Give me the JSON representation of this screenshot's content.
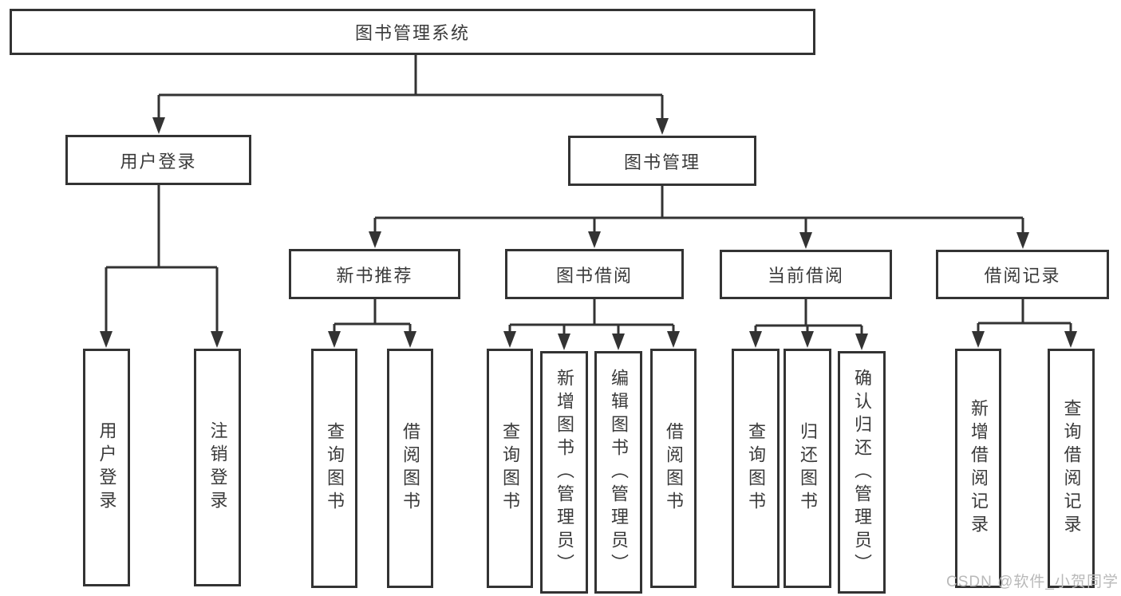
{
  "colors": {
    "line": "#333333",
    "box_border": "#333333",
    "text": "#3a3a3a",
    "watermark": "#b9b9b9",
    "background": "#ffffff"
  },
  "diagram": {
    "root": "图书管理系统",
    "level2": [
      {
        "label": "用户登录",
        "children": [
          {
            "label": "用户登录"
          },
          {
            "label": "注销登录"
          }
        ]
      },
      {
        "label": "图书管理"
      }
    ],
    "level3": [
      {
        "label": "新书推荐",
        "children": [
          {
            "label": "查询图书"
          },
          {
            "label": "借阅图书"
          }
        ]
      },
      {
        "label": "图书借阅",
        "children": [
          {
            "label": "查询图书"
          },
          {
            "label": "新增图书（管理员）"
          },
          {
            "label": "编辑图书（管理员）"
          },
          {
            "label": "借阅图书"
          }
        ]
      },
      {
        "label": "当前借阅",
        "children": [
          {
            "label": "查询图书"
          },
          {
            "label": "归还图书"
          },
          {
            "label": "确认归还（管理员）"
          }
        ]
      },
      {
        "label": "借阅记录",
        "children": [
          {
            "label": "新增借阅记录"
          },
          {
            "label": "查询借阅记录"
          }
        ]
      }
    ]
  },
  "watermark": "CSDN @软件_小贺同学"
}
